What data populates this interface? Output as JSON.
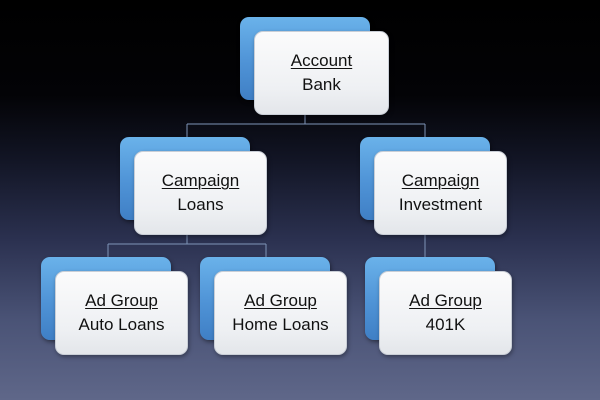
{
  "hierarchy": {
    "account": {
      "type_label": "Account",
      "name": "Bank"
    },
    "campaigns": [
      {
        "type_label": "Campaign",
        "name": "Loans"
      },
      {
        "type_label": "Campaign",
        "name": "Investment"
      }
    ],
    "ad_groups": [
      {
        "type_label": "Ad Group",
        "name": "Auto Loans"
      },
      {
        "type_label": "Ad Group",
        "name": "Home Loans"
      },
      {
        "type_label": "Ad Group",
        "name": "401K"
      }
    ]
  },
  "colors": {
    "background_top": "#000000",
    "background_bottom": "#5f6789",
    "card_back_blue": "#4f93d6",
    "card_front": "#f2f3f5",
    "connector": "#7f95b8",
    "text": "#111111"
  }
}
